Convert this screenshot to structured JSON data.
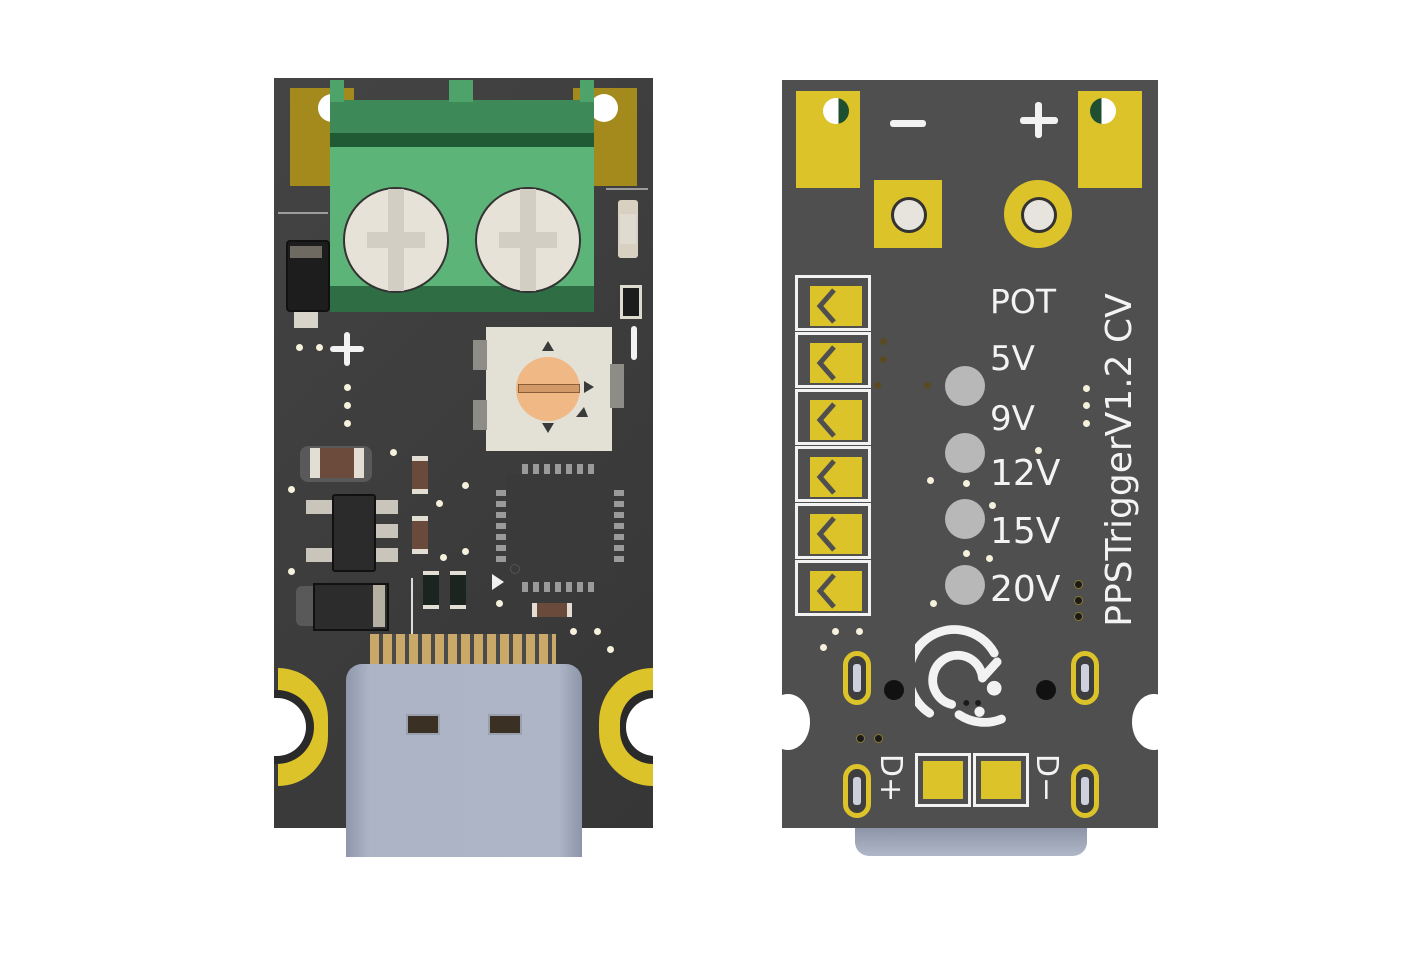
{
  "scene": {
    "description": "Two 3D renders of a USB-C PD trigger PCB: front (components) and back (labels)",
    "colors": {
      "background": "#ffffff",
      "board_front": "#3e3e3e",
      "board_back": "#4f4f4f",
      "copper_pad": "#dcc32a",
      "terminal_green": "#5db478",
      "silkscreen": "#f2f2f2",
      "usb_shell": "#adb5c7",
      "trimpot_knob": "#efb884",
      "led_indicator": "#b8b8b8"
    }
  },
  "front_board": {
    "silk_plus": "+",
    "silk_minus": "|",
    "components": [
      "screw-terminal-2pin",
      "trimpot",
      "qfn-mcu",
      "usb-c-receptacle",
      "sot-regulator",
      "diode",
      "capacitors",
      "resistors"
    ]
  },
  "back_board": {
    "polarity_minus": "−",
    "polarity_plus": "+",
    "mode_labels": [
      "POT",
      "5V",
      "9V",
      "12V",
      "15V",
      "20V"
    ],
    "board_name": "PPSTriggerV1.2 CV",
    "usb_data_plus": "D+",
    "usb_data_minus": "D−",
    "solder_jumpers": 6,
    "leds": 4
  }
}
